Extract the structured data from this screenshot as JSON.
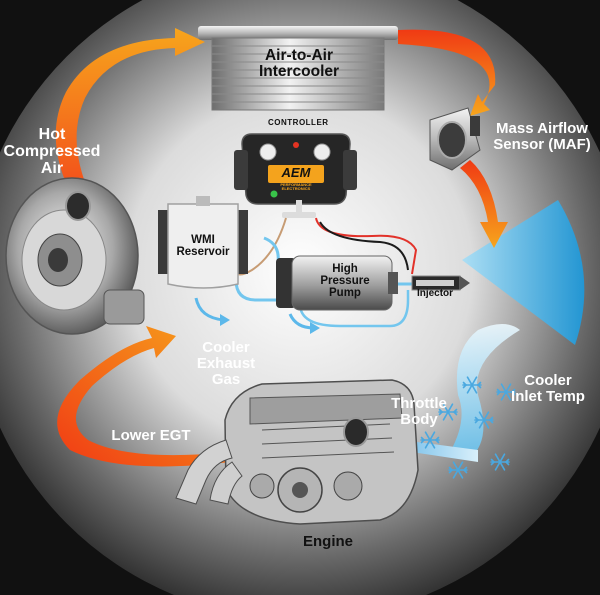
{
  "colors": {
    "background": "#111111",
    "flow_hot": "#f0451a",
    "flow_warm": "#f6a21b",
    "flow_cool": "#5cc6ee",
    "label_light": "#ffffff",
    "label_dark": "#111111"
  },
  "labels": {
    "intercooler": "Air-to-Air\nIntercooler",
    "controller": "CONTROLLER",
    "brand_logo": "AEM",
    "brand_tagline": "PERFORMANCE ELECTRONICS",
    "maf": "Mass Airflow\nSensor (MAF)",
    "hot_air": "Hot\nCompressed\nAir",
    "reservoir": "WMI\nReservoir",
    "pump": "High\nPressure\nPump",
    "injector": "Injector",
    "cooler_exhaust": "Cooler\nExhaust\nGas",
    "cooler_inlet": "Cooler\nInlet Temp",
    "throttle": "Throttle\nBody",
    "lower_egt": "Lower EGT",
    "engine": "Engine"
  },
  "icons": [
    "turbocharger-icon",
    "intercooler-icon",
    "maf-sensor-icon",
    "controller-icon",
    "reservoir-icon",
    "pump-icon",
    "injector-icon",
    "engine-icon",
    "snowflake-icon"
  ]
}
